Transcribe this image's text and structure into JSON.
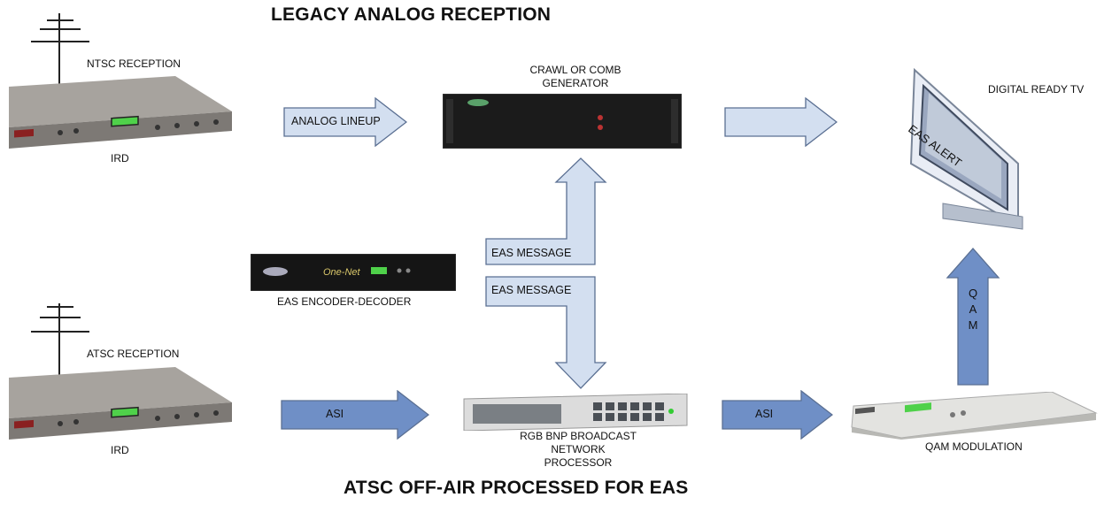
{
  "titles": {
    "top": "LEGACY ANALOG RECEPTION",
    "bottom": "ATSC OFF-AIR PROCESSED FOR EAS"
  },
  "labels": {
    "ntsc_reception": "NTSC RECEPTION",
    "atsc_reception": "ATSC RECEPTION",
    "ird_top": "IRD",
    "ird_bottom": "IRD",
    "crawl_line1": "CRAWL OR COMB",
    "crawl_line2": "GENERATOR",
    "digital_tv": "DIGITAL READY TV",
    "eas_encoder": "EAS ENCODER-DECODER",
    "rgb_line1": "RGB BNP BROADCAST",
    "rgb_line2": "NETWORK PROCESSOR",
    "qam_modulation": "QAM MODULATION",
    "tv_screen": "EAS ALERT"
  },
  "arrows": {
    "analog_lineup": "ANALOG LINEUP",
    "eas_message_up": "EAS MESSAGE",
    "eas_message_down": "EAS MESSAGE",
    "asi_left": "ASI",
    "asi_right": "ASI",
    "qam": "QAM"
  },
  "colors": {
    "light_arrow_fill": "#d3dff0",
    "dark_arrow_fill": "#6f8fc6",
    "arrow_stroke": "#5a6f92",
    "device_gray": "#8e8a86",
    "rack_black": "#1b1b1b",
    "lcd_green": "#4fd14a"
  }
}
